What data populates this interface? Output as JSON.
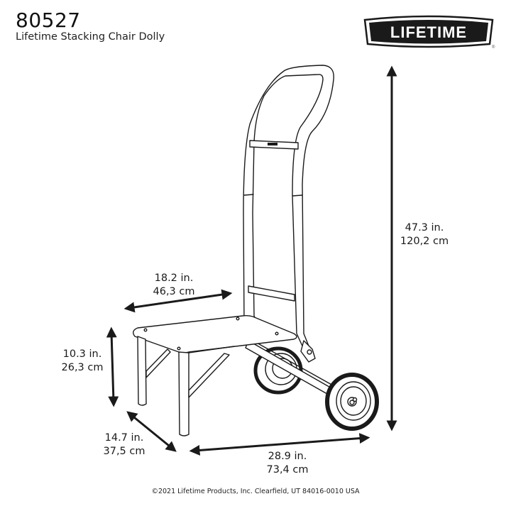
{
  "header": {
    "model_number": "80527",
    "product_name": "Lifetime Stacking Chair Dolly"
  },
  "logo": {
    "text": "LIFETIME",
    "registered_mark": "®",
    "colors": {
      "badge": "#1a1a1a",
      "text": "#ffffff"
    }
  },
  "dimensions": {
    "height": {
      "imperial": "47.3 in.",
      "metric": "120,2 cm"
    },
    "platform_width": {
      "imperial": "18.2 in.",
      "metric": "46,3 cm"
    },
    "platform_height": {
      "imperial": "10.3 in.",
      "metric": "26,3 cm"
    },
    "platform_depth": {
      "imperial": "14.7 in.",
      "metric": "37,5 cm"
    },
    "overall_length": {
      "imperial": "28.9 in.",
      "metric": "73,4 cm"
    }
  },
  "footer": {
    "copyright": "©2021 Lifetime Products, Inc. Clearfield, UT 84016-0010 USA"
  },
  "colors": {
    "line": "#1a1a1a",
    "background": "#ffffff"
  }
}
